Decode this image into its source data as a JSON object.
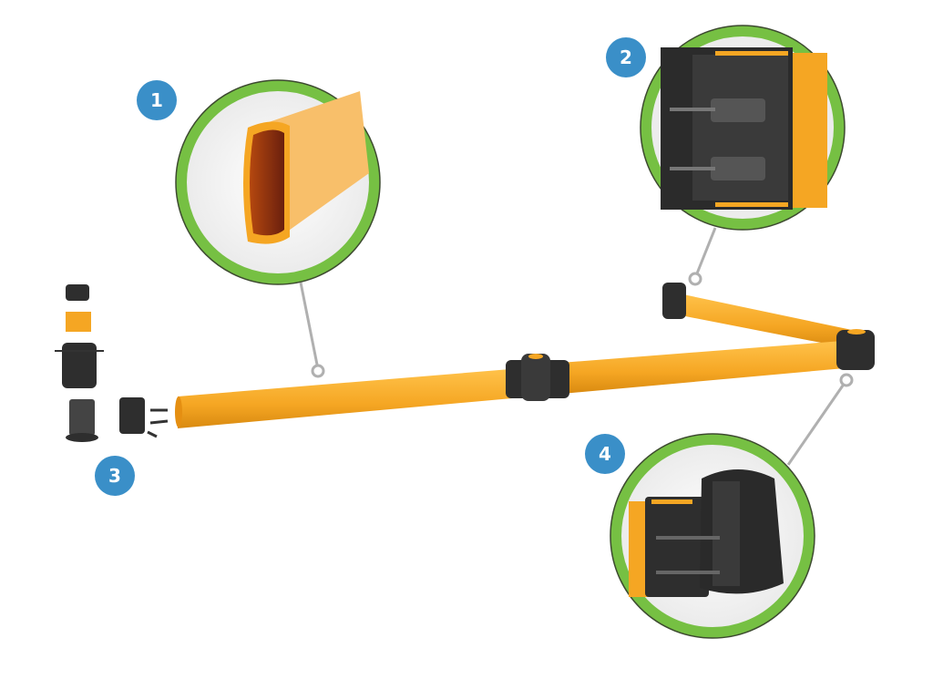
{
  "callouts": [
    {
      "number": "1",
      "subject": "tube-cross-section"
    },
    {
      "number": "2",
      "subject": "connector-bracket"
    },
    {
      "number": "3",
      "subject": "exploded-parts"
    },
    {
      "number": "4",
      "subject": "corner-post"
    }
  ],
  "colors": {
    "badge": "#3a8fc8",
    "ring": "#76c043",
    "tube": "#f5a623",
    "fitting": "#2e2e2e",
    "leader": "#b0b0b0"
  }
}
